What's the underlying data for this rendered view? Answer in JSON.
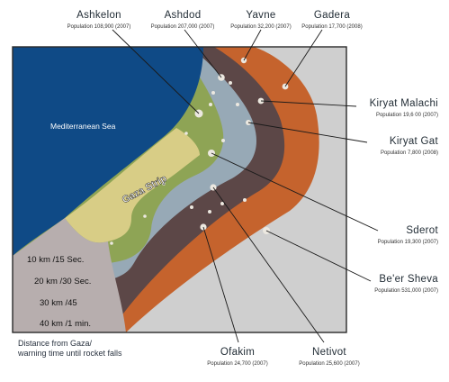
{
  "sea_label": "Mediterranean Sea",
  "strip_label": "Gaza Strip",
  "colors": {
    "sea": "#0f4a86",
    "land": "#cfcfcf",
    "zone_10": "#8ea455",
    "zone_20": "#97a9b6",
    "zone_30": "#5c4747",
    "zone_40": "#c5632d",
    "gaza": "#d8cd86",
    "distance_area": "#b7aeae"
  },
  "cities": [
    {
      "name": "Ashkelon",
      "population": "Population 108,900 (2007)"
    },
    {
      "name": "Ashdod",
      "population": "Population 207,000 (2007)"
    },
    {
      "name": "Yavne",
      "population": "Population 32,200 (2007)"
    },
    {
      "name": "Gadera",
      "population": "Population 17,700 (2008)"
    },
    {
      "name": "Kiryat Malachi",
      "population": "Population 19,6 00 (2007)"
    },
    {
      "name": "Kiryat Gat",
      "population": "Population 7,800 (2008)"
    },
    {
      "name": "Sderot",
      "population": "Population 19,300 (2007)"
    },
    {
      "name": "Be'er Sheva",
      "population": "Population 531,000 (2007)"
    },
    {
      "name": "Ofakim",
      "population": "Population 24,700 (2007)"
    },
    {
      "name": "Netivot",
      "population": "Population 25,600 (2007)"
    }
  ],
  "bands": [
    {
      "label": "10 km /15 Sec."
    },
    {
      "label": "20 km /30 Sec."
    },
    {
      "label": "30 km /45"
    },
    {
      "label": "40 km /1 min."
    }
  ],
  "legend": {
    "line1": "Distance from Gaza/",
    "line2": "warning time until rocket falls"
  }
}
